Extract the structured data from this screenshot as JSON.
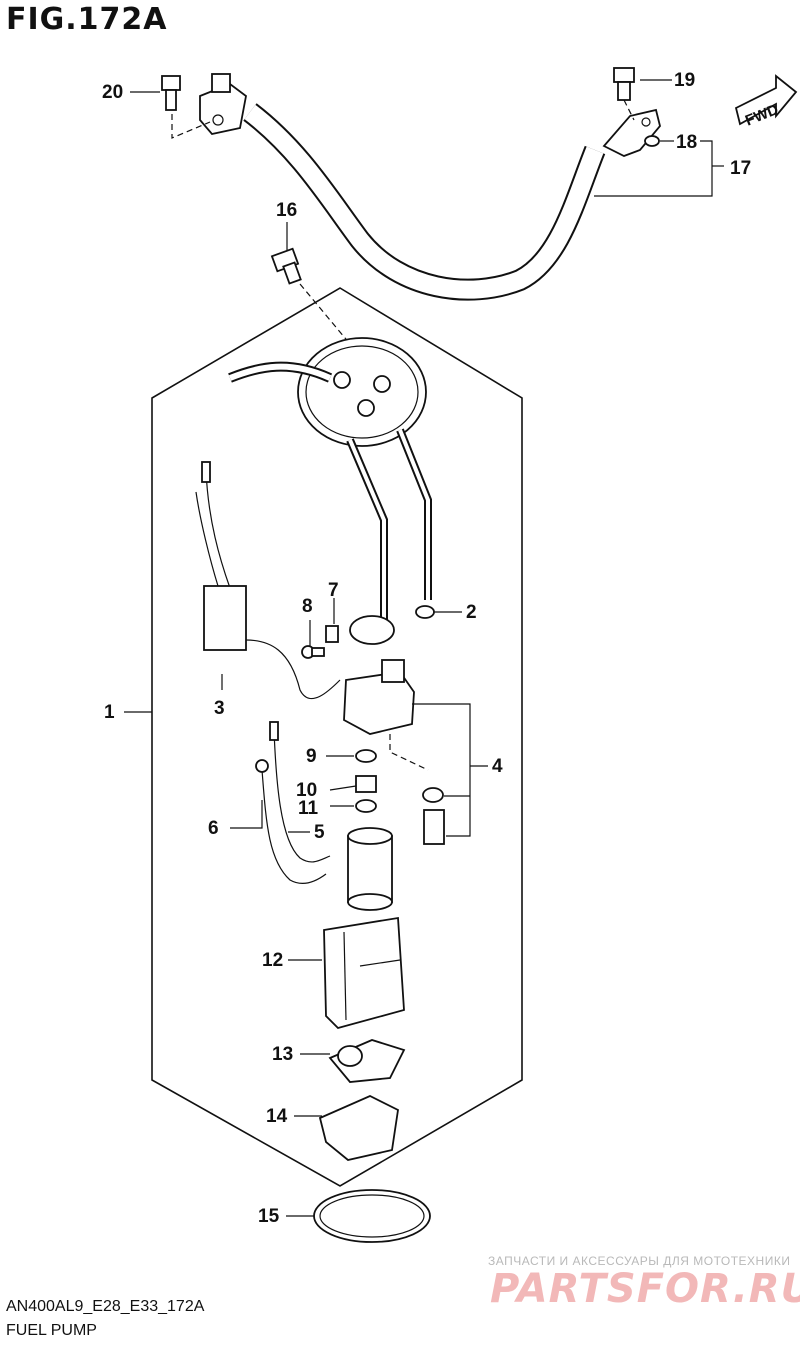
{
  "figure": {
    "title": "FIG.172A",
    "code": "AN400AL9_E28_E33_172A",
    "caption": "FUEL PUMP",
    "fwd_label": "FWD"
  },
  "callouts": [
    "1",
    "2",
    "3",
    "4",
    "5",
    "6",
    "7",
    "8",
    "9",
    "10",
    "11",
    "12",
    "13",
    "14",
    "15",
    "16",
    "17",
    "18",
    "19",
    "20"
  ],
  "watermark": {
    "tagline": "ЗАПЧАСТИ И АКСЕССУАРЫ ДЛЯ МОТОТЕХНИКИ",
    "brand": "PARTSFOR.RU"
  }
}
